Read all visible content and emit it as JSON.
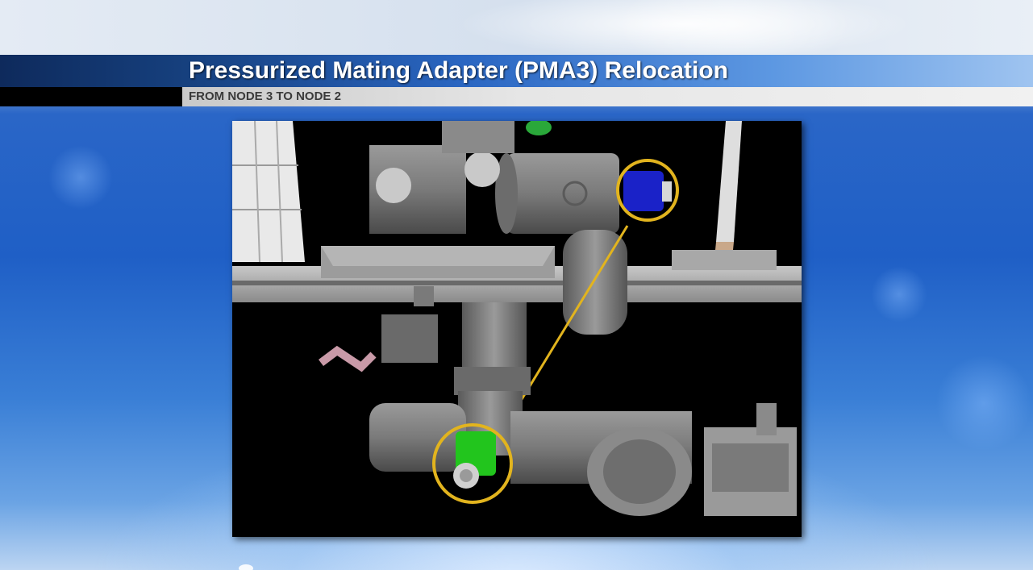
{
  "slide": {
    "title": "Pressurized Mating Adapter (PMA3) Relocation",
    "subtitle": "FROM NODE 3 TO NODE 2"
  },
  "figure": {
    "icon": "iss-render-image",
    "highlight_color": "#e2b41e",
    "origin_highlight_color": "#1a22c8",
    "destination_highlight_color": "#22c51d"
  }
}
